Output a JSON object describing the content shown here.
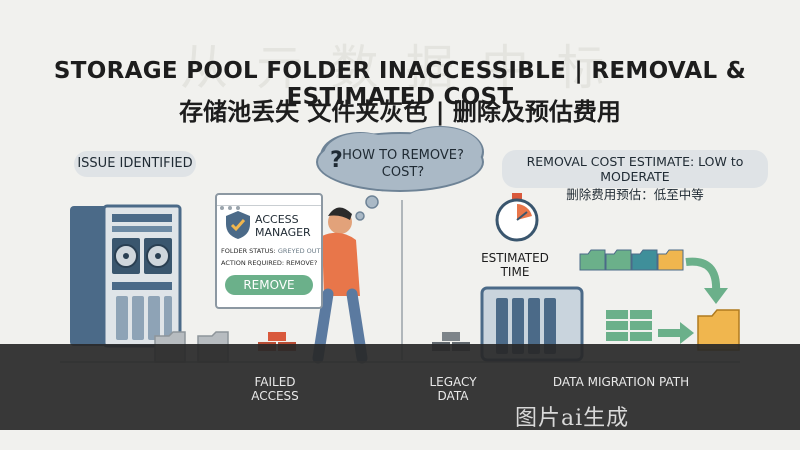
{
  "header": {
    "ghost_title": "从 亓 数 据 中 标",
    "title_en": "STORAGE POOL FOLDER INACCESSIBLE | REMOVAL & ESTIMATED COST",
    "title_zh": "存储池丢失 文件夹灰色 | 删除及预估费用"
  },
  "issue_pill": {
    "label": "ISSUE IDENTIFIED"
  },
  "thought_cloud": {
    "mark": "?",
    "line1": "HOW TO REMOVE?",
    "line2": "COST?"
  },
  "cost_pill": {
    "line1": "REMOVAL COST ESTIMATE: LOW to MODERATE",
    "line2": "删除费用预估：低至中等"
  },
  "access_card": {
    "title_line1": "ACCESS",
    "title_line2": "MANAGER",
    "status_label": "FOLDER STATUS:",
    "status_value": "GREYED OUT",
    "action_label": "ACTION REQUIRED:",
    "action_value": "REMOVE?",
    "button_label": "REMOVE"
  },
  "labels": {
    "failed_line1": "FAILED",
    "failed_line2": "ACCESS",
    "legacy_line1": "LEGACY",
    "legacy_line2": "DATA",
    "migration": "DATA MIGRATION PATH",
    "estimated_line1": "ESTIMATED",
    "estimated_line2": "TIME"
  },
  "watermark": {
    "text": "图片ai生成"
  },
  "icons": [
    "server-icon",
    "hard-drive-icon",
    "shield-check-icon",
    "person-icon",
    "stopwatch-icon",
    "nas-icon",
    "folder-icon",
    "arrow-icon",
    "brick-stack-icon"
  ],
  "colors": {
    "accent_green": "#6bb08a",
    "folder_orange": "#f0b64e",
    "folder_teal": "#3f8f9a",
    "server_blue": "#4b6a88",
    "person_orange": "#e8764a",
    "band": "#282828"
  }
}
